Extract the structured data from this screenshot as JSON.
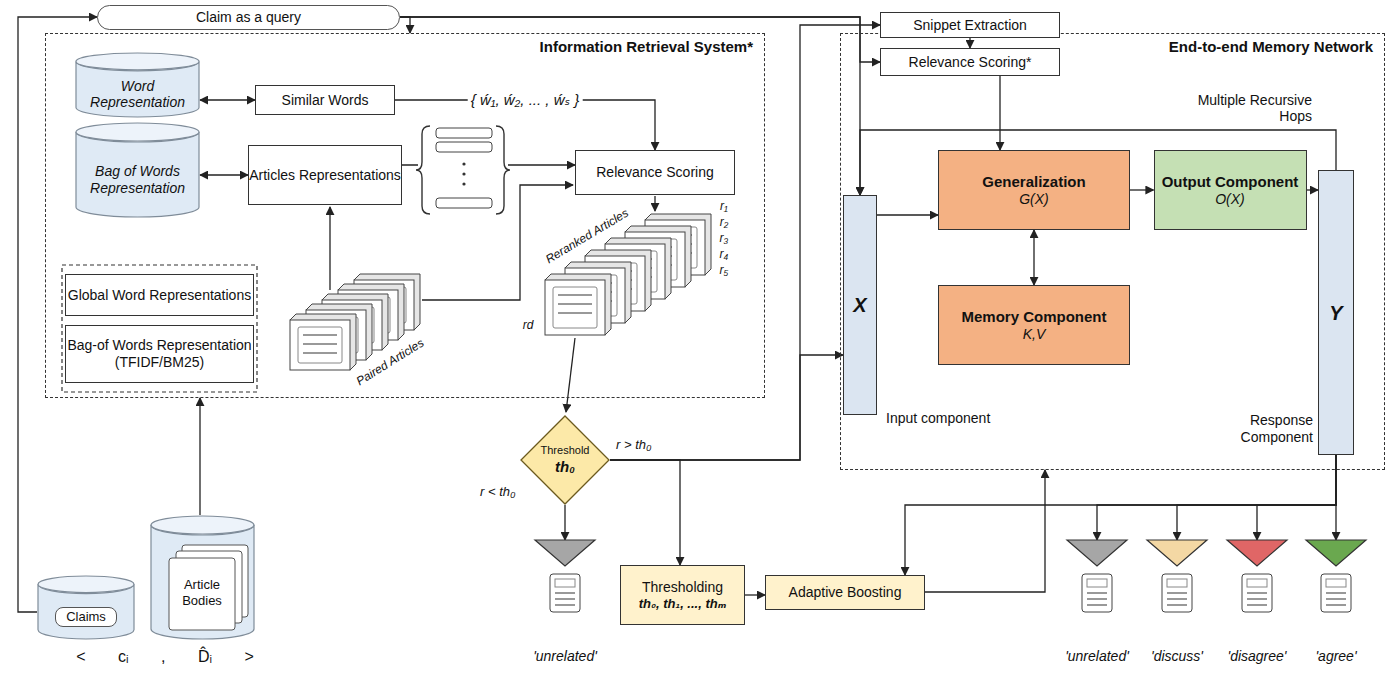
{
  "diagram": {
    "nodes": [
      {
        "text": [
          "Claim as a query"
        ]
      },
      {
        "text": [
          "Information Retrieval System*"
        ]
      },
      {
        "text": [
          "Word Representation"
        ],
        "in": 1
      },
      {
        "text": [
          "Bag of Words Representation"
        ],
        "in": 1
      },
      {
        "text": [
          "Similar Words"
        ],
        "in": 1
      },
      {
        "text": [
          "Articles Representations"
        ],
        "in": 1
      },
      {
        "text": [
          "Relevance Scoring"
        ],
        "in": 1
      },
      {
        "text": [
          "Global Word Representations"
        ],
        "in": 1
      },
      {
        "text": [
          "Bag-of Words Representation (TFIDF/BM25)"
        ],
        "in": 1
      },
      {
        "text": [
          "End-to-end Memory Network"
        ]
      },
      {
        "text": [
          "Snippet Extraction"
        ],
        "in": 9
      },
      {
        "text": [
          "Relevance Scoring*"
        ],
        "in": 9
      },
      {
        "text": [
          "X",
          "Input component"
        ],
        "in": 9
      },
      {
        "text": [
          "Generalization",
          "G(X)"
        ],
        "in": 9
      },
      {
        "text": [
          "Output Component",
          "O(X)"
        ],
        "in": 9
      },
      {
        "text": [
          "Memory Component",
          "K,V"
        ],
        "in": 9
      },
      {
        "text": [
          "Y",
          "Response Component"
        ],
        "in": 9
      },
      {
        "text": [
          "Threshold",
          "th₀"
        ]
      },
      {
        "text": [
          "Thresholding",
          "th₀, th₁, ..., thₘ"
        ]
      },
      {
        "text": [
          "Adaptive Boosting"
        ]
      },
      {
        "text": [
          "Claims"
        ]
      },
      {
        "text": [
          "Article Bodies"
        ]
      },
      {
        "text": [
          "'unrelated'"
        ]
      },
      {
        "text": [
          "'unrelated'"
        ]
      },
      {
        "text": [
          "'discuss'"
        ]
      },
      {
        "text": [
          "'disagree'"
        ]
      },
      {
        "text": [
          "'agree'"
        ]
      }
    ],
    "edges": [
      {
        "from": 20,
        "to": 0,
        "arrow": "to"
      },
      {
        "from": 0,
        "to": 1,
        "arrow": "to"
      },
      {
        "from": 0,
        "to": 12,
        "arrow": "to"
      },
      {
        "from": 0,
        "to": 11,
        "arrow": "to"
      },
      {
        "from": 21,
        "to": 1,
        "arrow": "to"
      },
      {
        "from": 2,
        "to": 4,
        "arrow": "both"
      },
      {
        "from": 3,
        "to": 5,
        "arrow": "both"
      },
      {
        "from": 4,
        "to": 6,
        "arrow": "to"
      },
      {
        "from": 5,
        "to": 6,
        "arrow": "to"
      },
      {
        "from": 17,
        "to": 22,
        "label": "r < th₀",
        "arrow": "to"
      },
      {
        "from": 17,
        "to": 18,
        "arrow": "to"
      },
      {
        "from": 17,
        "to": 12,
        "label": "r > th₀",
        "arrow": "to"
      },
      {
        "from": 17,
        "to": 10,
        "arrow": "to"
      },
      {
        "from": 18,
        "to": 19,
        "arrow": "to"
      },
      {
        "from": 16,
        "to": 19,
        "arrow": "to"
      },
      {
        "from": 19,
        "to": 9,
        "arrow": "to"
      },
      {
        "from": 10,
        "to": 11,
        "arrow": "to"
      },
      {
        "from": 11,
        "to": 13,
        "arrow": "to"
      },
      {
        "from": 12,
        "to": 13,
        "arrow": "to"
      },
      {
        "from": 13,
        "to": 14,
        "arrow": "to"
      },
      {
        "from": 15,
        "to": 13,
        "arrow": "both"
      },
      {
        "from": 14,
        "to": 16,
        "arrow": "to"
      },
      {
        "from": 16,
        "to": 12,
        "label": "Multiple Recursive Hops",
        "arrow": "to"
      },
      {
        "from": 16,
        "to": 23,
        "arrow": "to"
      },
      {
        "from": 16,
        "to": 24,
        "arrow": "to"
      },
      {
        "from": 16,
        "to": 25,
        "arrow": "to"
      },
      {
        "from": 16,
        "to": 26,
        "arrow": "to"
      }
    ],
    "labels": [
      "{ ẃ₁, ẃ₂, ... , ẃₛ }",
      "Paired Articles",
      "Reranked Articles",
      "r₁",
      "r₂",
      "r₃",
      "r₄",
      "r₅",
      "rd",
      "< cᵢ , D̂ᵢ >"
    ]
  }
}
